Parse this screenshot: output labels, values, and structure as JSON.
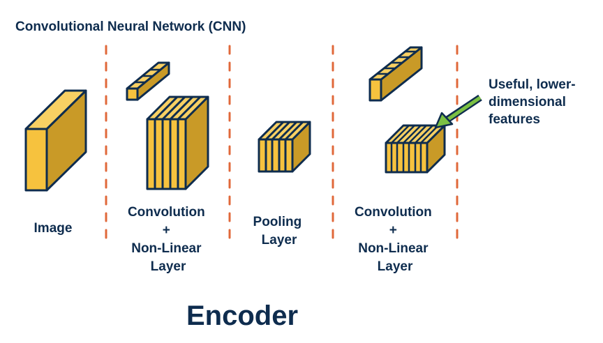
{
  "title": "Convolutional Neural Network (CNN)",
  "stages": [
    {
      "lines": [
        "Image"
      ]
    },
    {
      "lines": [
        "Convolution",
        "+",
        "Non-Linear",
        "Layer"
      ]
    },
    {
      "lines": [
        "Pooling",
        "Layer"
      ]
    },
    {
      "lines": [
        "Convolution",
        "+",
        "Non-Linear",
        "Layer"
      ]
    }
  ],
  "annotation": {
    "lines": [
      "Useful, lower-",
      "dimensional",
      "features"
    ]
  },
  "footer": "Encoder",
  "colors": {
    "cube_front": "#f6c23e",
    "cube_side": "#c99a27",
    "outline": "#0e2c4e",
    "divider": "#e0683a",
    "arrow": "#7bc043",
    "text": "#0e2c4e"
  }
}
